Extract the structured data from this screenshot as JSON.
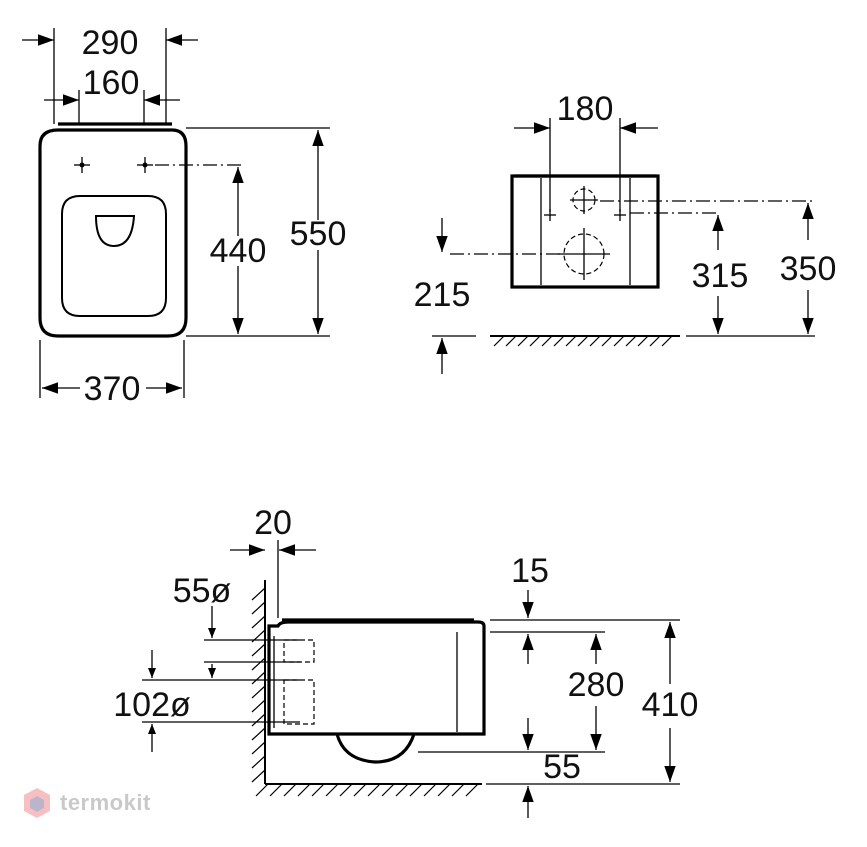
{
  "drawing": {
    "top_view": {
      "width_outer": "290",
      "width_inner": "160",
      "depth_total": "550",
      "depth_mount": "440",
      "width_bowl": "370"
    },
    "rear_view": {
      "spacing": "180",
      "height_low": "215",
      "height_mid": "315",
      "height_high": "350"
    },
    "side_view": {
      "wall_gap": "20",
      "pipe_small": "55ø",
      "pipe_large": "102ø",
      "top_offset": "15",
      "inner_height": "280",
      "bottom_offset": "55",
      "total_height": "410"
    }
  },
  "watermark": {
    "text": "termokit"
  },
  "colors": {
    "line": "#000000",
    "watermark_text": "#c9c9c9",
    "logo_red": "#e8474c",
    "logo_blue": "#4aa3df"
  }
}
